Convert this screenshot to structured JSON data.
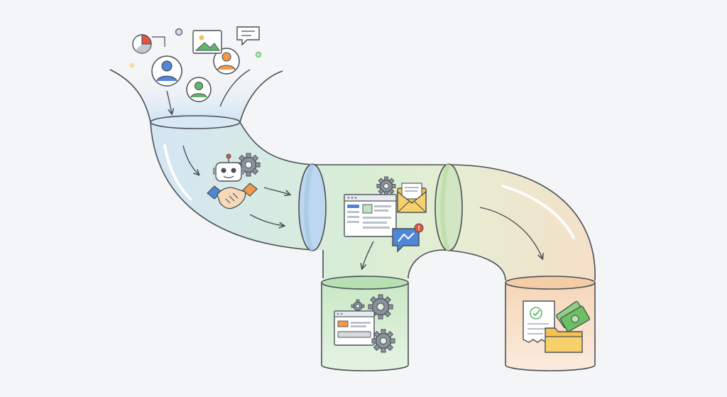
{
  "colors": {
    "background": "#f3f5f7",
    "outline": "#4a4f57",
    "tube_blue": "#cfe3f3",
    "tube_green": "#d4ecd0",
    "tube_orange": "#f6dcc0",
    "accent_blue": "#4f86d6",
    "accent_green": "#5fb86a",
    "accent_orange": "#ef9a4a",
    "accent_red": "#e5533d",
    "accent_yellow": "#f3c24f",
    "gear_gray": "#8b929b"
  },
  "stages": [
    {
      "id": "intake",
      "icons": [
        "pie-chart-icon",
        "user-avatar-icon",
        "image-icon",
        "chat-bubble-icon"
      ]
    },
    {
      "id": "engage",
      "icons": [
        "robot-icon",
        "gear-icon",
        "handshake-icon"
      ]
    },
    {
      "id": "nurture",
      "icons": [
        "browser-window-icon",
        "gear-icon",
        "email-envelope-icon",
        "messenger-icon"
      ]
    },
    {
      "id": "process",
      "icons": [
        "browser-window-icon",
        "gear-icon"
      ]
    },
    {
      "id": "revenue",
      "icons": [
        "checked-receipt-icon",
        "cash-icon",
        "folder-icon"
      ]
    }
  ],
  "messenger_badge": "!"
}
